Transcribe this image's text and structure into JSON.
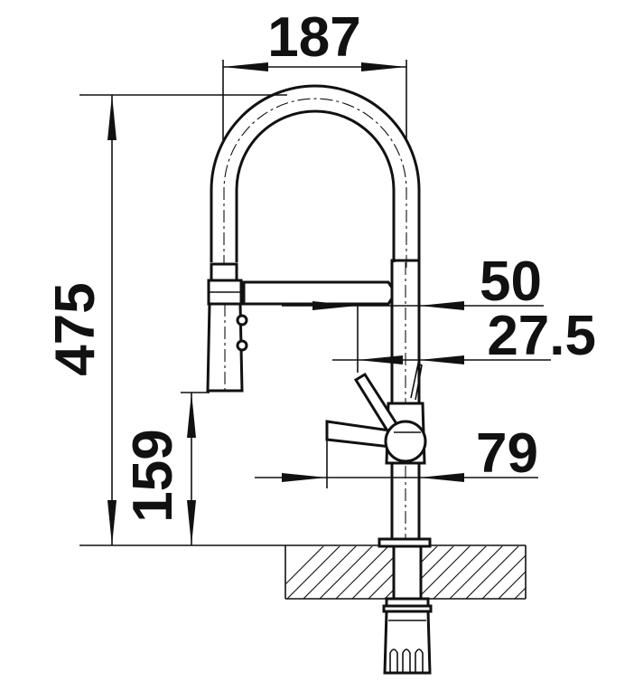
{
  "drawing": {
    "dimensions": {
      "spout_reach": "187",
      "total_height": "475",
      "spray_height": "159",
      "spout_offset": "50",
      "lever_offset": "27.5",
      "body_diameter": "79"
    }
  }
}
